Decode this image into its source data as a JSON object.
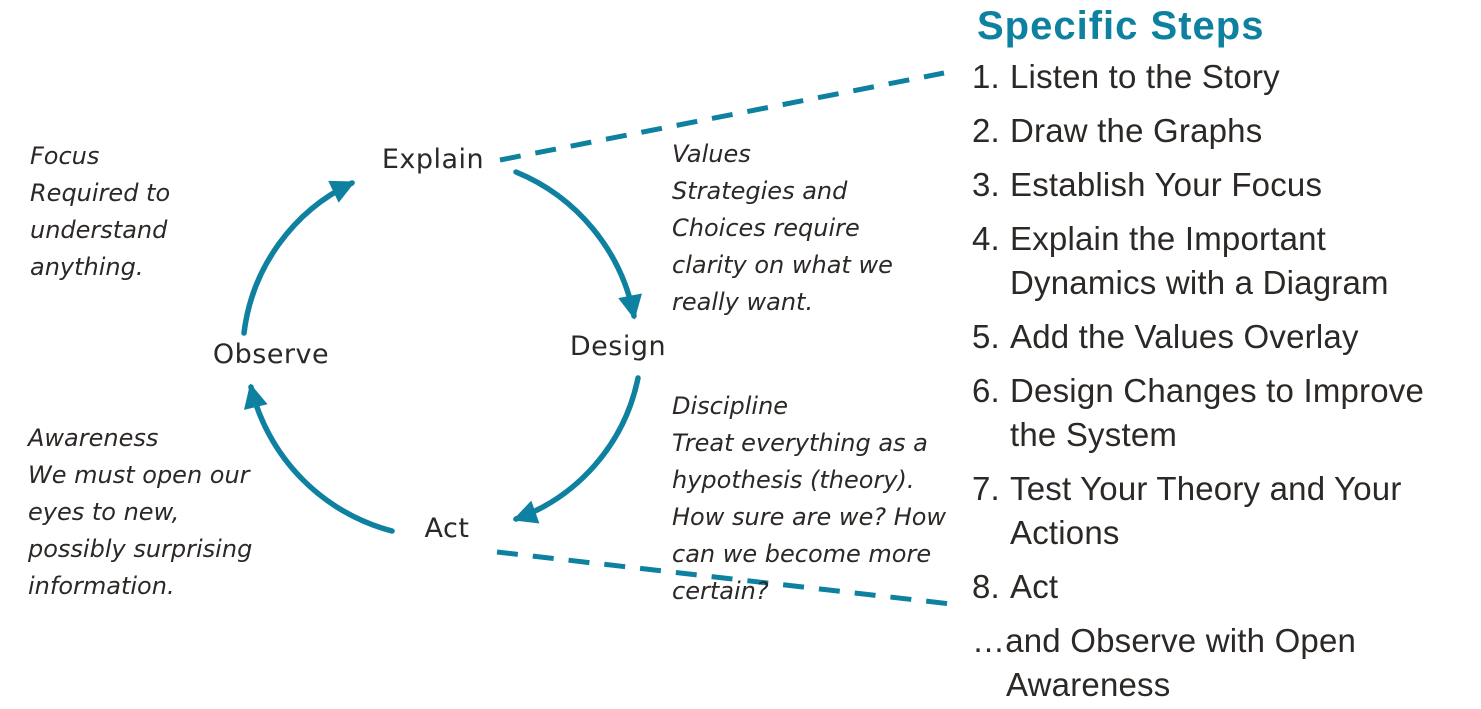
{
  "colors": {
    "accent": "#0E81A0",
    "text": "#2B2826"
  },
  "cycle": {
    "nodes": {
      "explain": "Explain",
      "design": "Design",
      "act": "Act",
      "observe": "Observe"
    }
  },
  "annotations": {
    "focus": {
      "title": "Focus",
      "lines": [
        "Required to",
        "understand",
        "anything."
      ]
    },
    "values": {
      "title": "Values",
      "lines": [
        "Strategies and",
        "Choices require",
        "clarity on what we",
        "really want."
      ]
    },
    "discipline": {
      "title": "Discipline",
      "lines": [
        "Treat everything as a",
        "hypothesis (theory).",
        "How sure are we? How",
        "can we become more",
        "certain?"
      ]
    },
    "awareness": {
      "title": "Awareness",
      "lines": [
        "We must open our",
        "eyes to new,",
        "possibly surprising",
        "information."
      ]
    }
  },
  "steps_panel": {
    "title": "Specific Steps",
    "steps": [
      {
        "num": "1.",
        "lines": [
          "Listen to the Story"
        ]
      },
      {
        "num": "2.",
        "lines": [
          "Draw the Graphs"
        ]
      },
      {
        "num": "3.",
        "lines": [
          "Establish Your Focus"
        ]
      },
      {
        "num": "4.",
        "lines": [
          "Explain the Important",
          "Dynamics with a Diagram"
        ]
      },
      {
        "num": "5.",
        "lines": [
          "Add the Values Overlay"
        ]
      },
      {
        "num": "6.",
        "lines": [
          "Design Changes to Improve",
          "the System"
        ]
      },
      {
        "num": "7.",
        "lines": [
          "Test Your Theory and Your",
          "Actions"
        ]
      },
      {
        "num": "8.",
        "lines": [
          "Act"
        ]
      },
      {
        "num": "",
        "lines": [
          "…and Observe with Open",
          "Awareness"
        ]
      }
    ]
  }
}
